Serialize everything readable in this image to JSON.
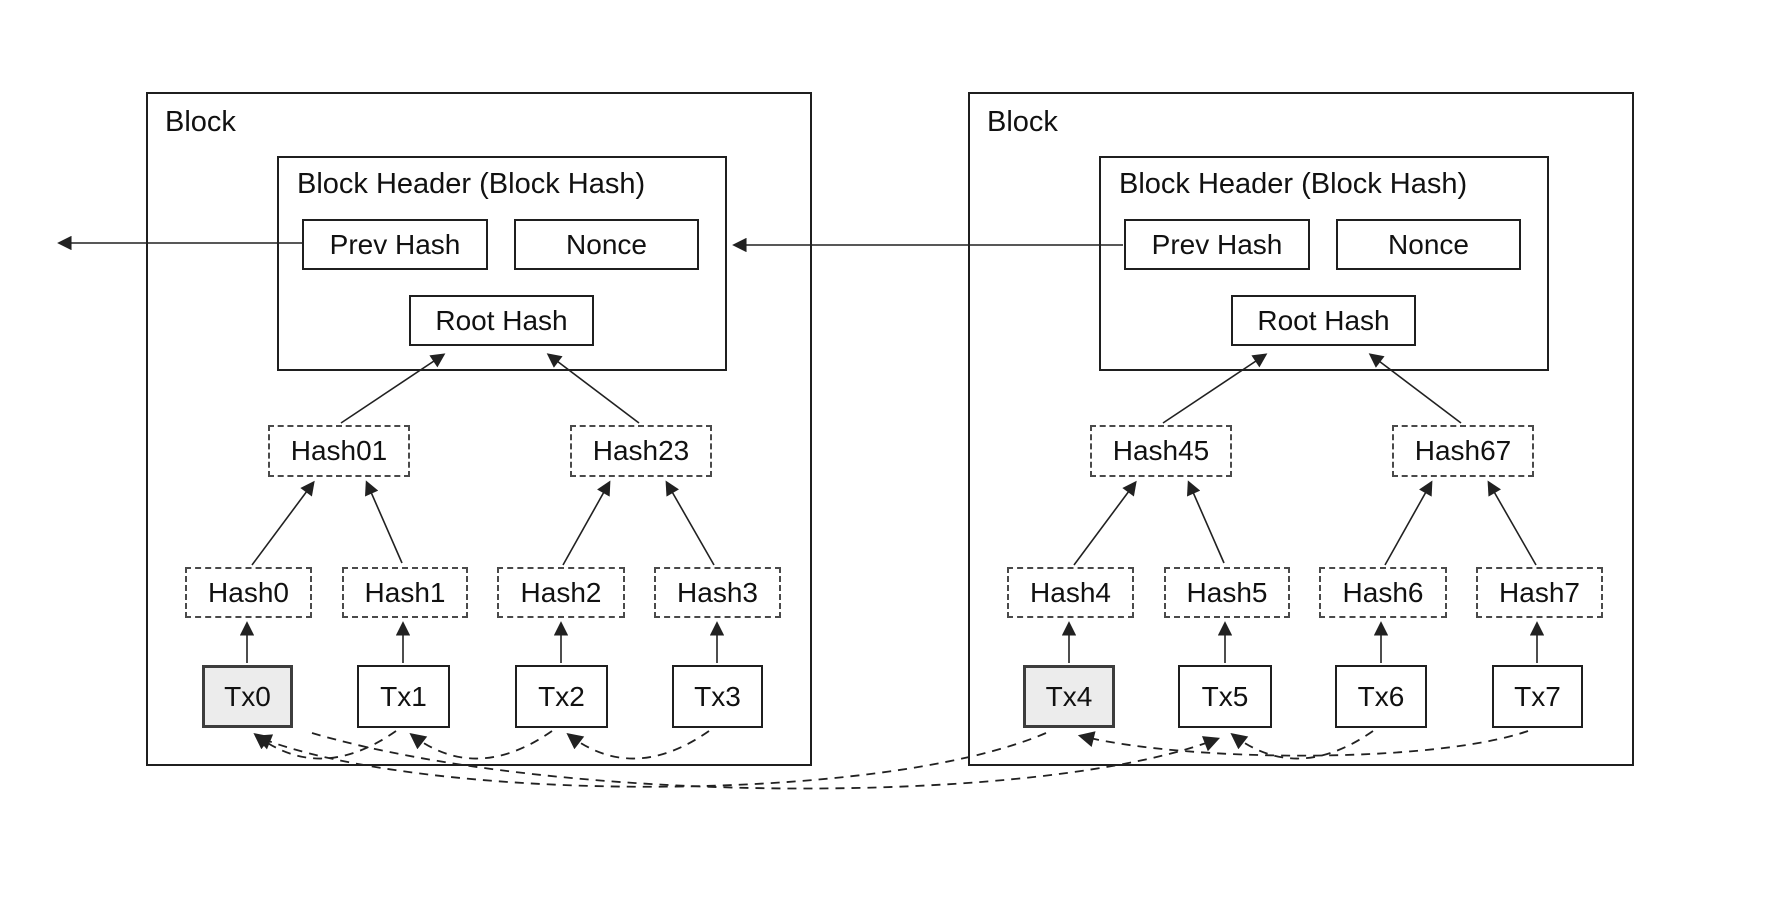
{
  "blocks": [
    {
      "label": "Block",
      "header": {
        "title": "Block Header (Block Hash)",
        "fields": [
          "Prev Hash",
          "Nonce",
          "Root Hash"
        ]
      },
      "merkle": {
        "level1": [
          "Hash01",
          "Hash23"
        ],
        "level0": [
          "Hash0",
          "Hash1",
          "Hash2",
          "Hash3"
        ]
      },
      "transactions": [
        "Tx0",
        "Tx1",
        "Tx2",
        "Tx3"
      ],
      "highlighted_transaction": "Tx0"
    },
    {
      "label": "Block",
      "header": {
        "title": "Block Header (Block Hash)",
        "fields": [
          "Prev Hash",
          "Nonce",
          "Root Hash"
        ]
      },
      "merkle": {
        "level1": [
          "Hash45",
          "Hash67"
        ],
        "level0": [
          "Hash4",
          "Hash5",
          "Hash6",
          "Hash7"
        ]
      },
      "transactions": [
        "Tx4",
        "Tx5",
        "Tx6",
        "Tx7"
      ],
      "highlighted_transaction": "Tx4"
    }
  ],
  "arrows": {
    "solid": [
      {
        "from": "Tx0",
        "to": "Hash0"
      },
      {
        "from": "Tx1",
        "to": "Hash1"
      },
      {
        "from": "Tx2",
        "to": "Hash2"
      },
      {
        "from": "Tx3",
        "to": "Hash3"
      },
      {
        "from": "Hash0",
        "to": "Hash01"
      },
      {
        "from": "Hash1",
        "to": "Hash01"
      },
      {
        "from": "Hash2",
        "to": "Hash23"
      },
      {
        "from": "Hash3",
        "to": "Hash23"
      },
      {
        "from": "Hash01",
        "to": "RootHash1"
      },
      {
        "from": "Hash23",
        "to": "RootHash1"
      },
      {
        "from": "Tx4",
        "to": "Hash4"
      },
      {
        "from": "Tx5",
        "to": "Hash5"
      },
      {
        "from": "Tx6",
        "to": "Hash6"
      },
      {
        "from": "Tx7",
        "to": "Hash7"
      },
      {
        "from": "Hash4",
        "to": "Hash45"
      },
      {
        "from": "Hash5",
        "to": "Hash45"
      },
      {
        "from": "Hash6",
        "to": "Hash67"
      },
      {
        "from": "Hash7",
        "to": "Hash67"
      },
      {
        "from": "Hash45",
        "to": "RootHash2"
      },
      {
        "from": "Hash67",
        "to": "RootHash2"
      },
      {
        "from": "PrevHash2",
        "to": "BlockHeader1"
      },
      {
        "from": "PrevHash1",
        "to": "PreviousBlock"
      }
    ],
    "dashed": [
      {
        "from": "Tx1",
        "to": "Tx0"
      },
      {
        "from": "Tx2",
        "to": "Tx1"
      },
      {
        "from": "Tx3",
        "to": "Tx2"
      },
      {
        "from": "Tx6",
        "to": "Tx5"
      },
      {
        "from": "Tx7",
        "to": "Tx4"
      },
      {
        "from": "Tx0",
        "to": "Tx5"
      },
      {
        "from": "Tx4",
        "to": "Tx0"
      }
    ]
  },
  "colors": {
    "background": "#ffffff",
    "line": "#212121",
    "box_border": "#1f1f1f",
    "dashed_box_border": "#4a4a4a",
    "highlight_fill": "#ececec",
    "text": "#111111"
  }
}
